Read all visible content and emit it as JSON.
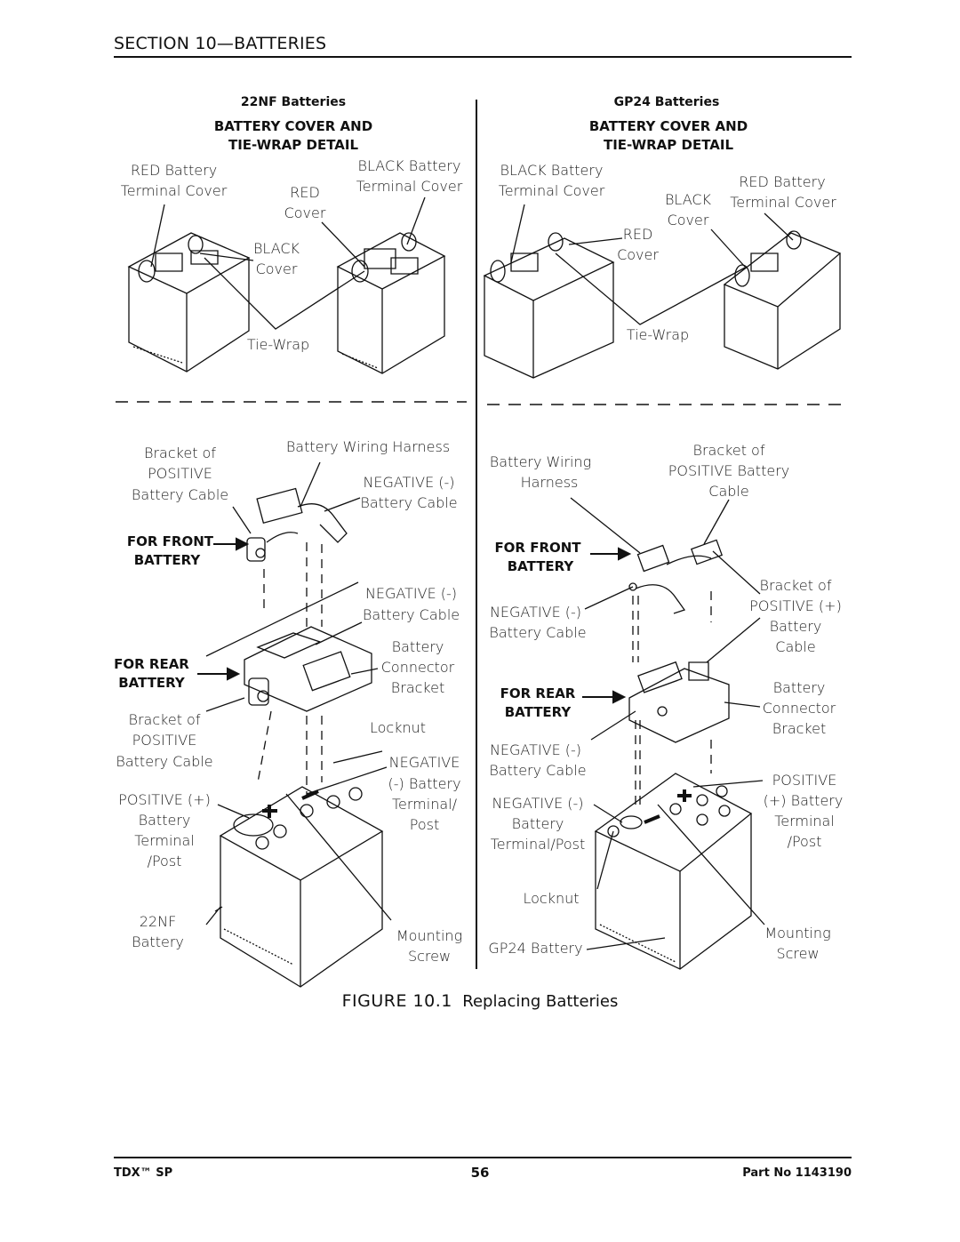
{
  "header": {
    "section_title": "SECTION 10—BATTERIES"
  },
  "left_panel": {
    "title": "22NF Batteries",
    "detail_heading_1": "BATTERY COVER AND",
    "detail_heading_2": "TIE-WRAP DETAIL",
    "top_labels": {
      "red_terminal_cover_1": "RED Battery",
      "red_terminal_cover_2": "Terminal Cover",
      "red_cover_1": "RED",
      "red_cover_2": "Cover",
      "black_terminal_cover_1": "BLACK Battery",
      "black_terminal_cover_2": "Terminal Cover",
      "black_cover_1": "BLACK",
      "black_cover_2": "Cover",
      "tie_wrap": "Tie-Wrap"
    },
    "bottom_labels": {
      "bracket_positive_1": "Bracket of",
      "bracket_positive_2": "POSITIVE",
      "bracket_positive_3": "Battery Cable",
      "harness": "Battery Wiring Harness",
      "negative_cable_1a": "NEGATIVE (-)",
      "negative_cable_1b": "Battery Cable",
      "for_front_1": "FOR FRONT",
      "for_front_2": "BATTERY",
      "negative_cable_2a": "NEGATIVE (-)",
      "negative_cable_2b": "Battery Cable",
      "connector_1": "Battery",
      "connector_2": "Connector",
      "connector_3": "Bracket",
      "for_rear_1": "FOR REAR",
      "for_rear_2": "BATTERY",
      "bracket_positive_b1": "Bracket of",
      "bracket_positive_b2": "POSITIVE",
      "bracket_positive_b3": "Battery Cable",
      "locknut": "Locknut",
      "neg_post_1": "NEGATIVE",
      "neg_post_2": "(-) Battery",
      "neg_post_3": "Terminal/",
      "neg_post_4": "Post",
      "pos_post_1": "POSITIVE (+)",
      "pos_post_2": "Battery",
      "pos_post_3": "Terminal",
      "pos_post_4": "/Post",
      "battery_1": "22NF",
      "battery_2": "Battery",
      "mounting_1": "Mounting",
      "mounting_2": "Screw"
    }
  },
  "right_panel": {
    "title": "GP24 Batteries",
    "detail_heading_1": "BATTERY COVER AND",
    "detail_heading_2": "TIE-WRAP DETAIL",
    "top_labels": {
      "black_terminal_cover_1": "BLACK Battery",
      "black_terminal_cover_2": "Terminal Cover",
      "red_terminal_cover_1": "RED Battery",
      "red_terminal_cover_2": "Terminal Cover",
      "black_cover_1": "BLACK",
      "black_cover_2": "Cover",
      "red_cover_1": "RED",
      "red_cover_2": "Cover",
      "tie_wrap": "Tie-Wrap"
    },
    "bottom_labels": {
      "harness_1": "Battery Wiring",
      "harness_2": "Harness",
      "bracket_positive_1": "Bracket of",
      "bracket_positive_2": "POSITIVE Battery",
      "bracket_positive_3": "Cable",
      "for_front_1": "FOR FRONT",
      "for_front_2": "BATTERY",
      "bracket_pos_b1": "Bracket of",
      "bracket_pos_b2": "POSITIVE (+)",
      "bracket_pos_b3": "Battery",
      "bracket_pos_b4": "Cable",
      "negative_cable_1a": "NEGATIVE (-)",
      "negative_cable_1b": "Battery Cable",
      "connector_1": "Battery",
      "connector_2": "Connector",
      "connector_3": "Bracket",
      "for_rear_1": "FOR REAR",
      "for_rear_2": "BATTERY",
      "negative_cable_2a": "NEGATIVE (-)",
      "negative_cable_2b": "Battery Cable",
      "pos_post_1": "POSITIVE",
      "pos_post_2": "(+) Battery",
      "pos_post_3": "Terminal",
      "pos_post_4": "/Post",
      "neg_post_1": "NEGATIVE (-)",
      "neg_post_2": "Battery",
      "neg_post_3": "Terminal/Post",
      "locknut": "Locknut",
      "battery": "GP24 Battery",
      "mounting_1": "Mounting",
      "mounting_2": "Screw"
    }
  },
  "figure": {
    "number": "FIGURE 10.1",
    "caption": "Replacing Batteries"
  },
  "footer": {
    "product": "TDX™ SP",
    "page": "56",
    "part_no": "Part No 1143190"
  }
}
